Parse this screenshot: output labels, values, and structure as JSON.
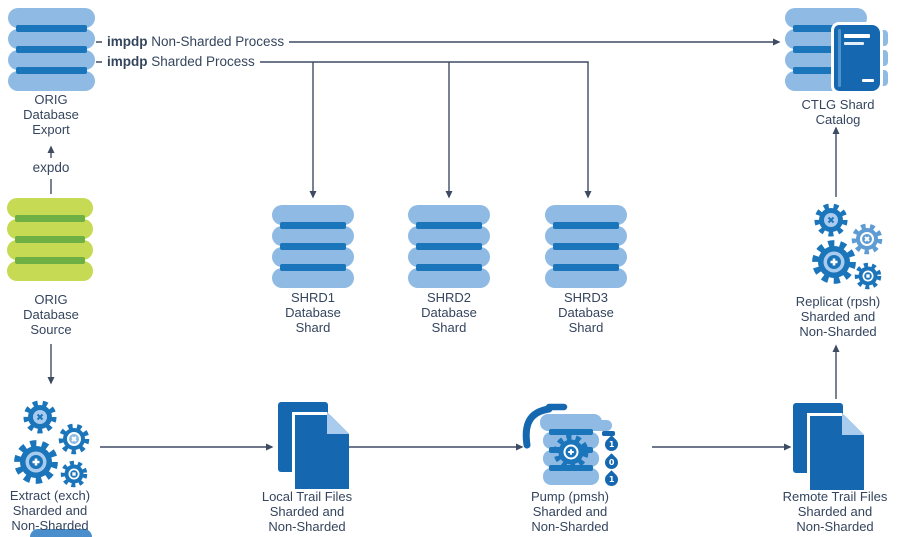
{
  "colors": {
    "light_blue": "#8FBAE4",
    "dark_blue": "#1B75BB",
    "doc_blue": "#1568B0",
    "pale_blue": "#A9CBEE",
    "light_green": "#C6DA53",
    "dark_green": "#6FB044",
    "line_navy": "#3E4C63",
    "text_navy": "#35455E"
  },
  "nodes": {
    "orig_export": {
      "lines": [
        "ORIG",
        "Database",
        "Export"
      ]
    },
    "orig_source": {
      "lines": [
        "ORIG",
        "Database",
        "Source"
      ]
    },
    "shrd1": {
      "lines": [
        "SHRD1",
        "Database",
        "Shard"
      ]
    },
    "shrd2": {
      "lines": [
        "SHRD2",
        "Database",
        "Shard"
      ]
    },
    "shrd3": {
      "lines": [
        "SHRD3",
        "Database",
        "Shard"
      ]
    },
    "ctlg": {
      "lines": [
        "CTLG Shard",
        "Catalog"
      ]
    },
    "extract": {
      "lines": [
        "Extract (exch)",
        "Sharded and",
        "Non-Sharded"
      ]
    },
    "local_trail": {
      "lines": [
        "Local Trail Files",
        "Sharded and",
        "Non-Sharded"
      ]
    },
    "pump": {
      "lines": [
        "Pump (pmsh)",
        "Sharded and",
        "Non-Sharded"
      ]
    },
    "remote_trail": {
      "lines": [
        "Remote Trail Files",
        "Sharded and",
        "Non-Sharded"
      ]
    },
    "replicat": {
      "lines": [
        "Replicat (rpsh)",
        "Sharded and",
        "Non-Sharded"
      ]
    }
  },
  "edges": {
    "expdo": "expdo",
    "non_sharded": {
      "cmd": "impdp",
      "text": " Non-Sharded Process"
    },
    "sharded": {
      "cmd": "impdp",
      "text": " Sharded Process"
    }
  },
  "pump_droplets": [
    "1",
    "0",
    "1"
  ]
}
